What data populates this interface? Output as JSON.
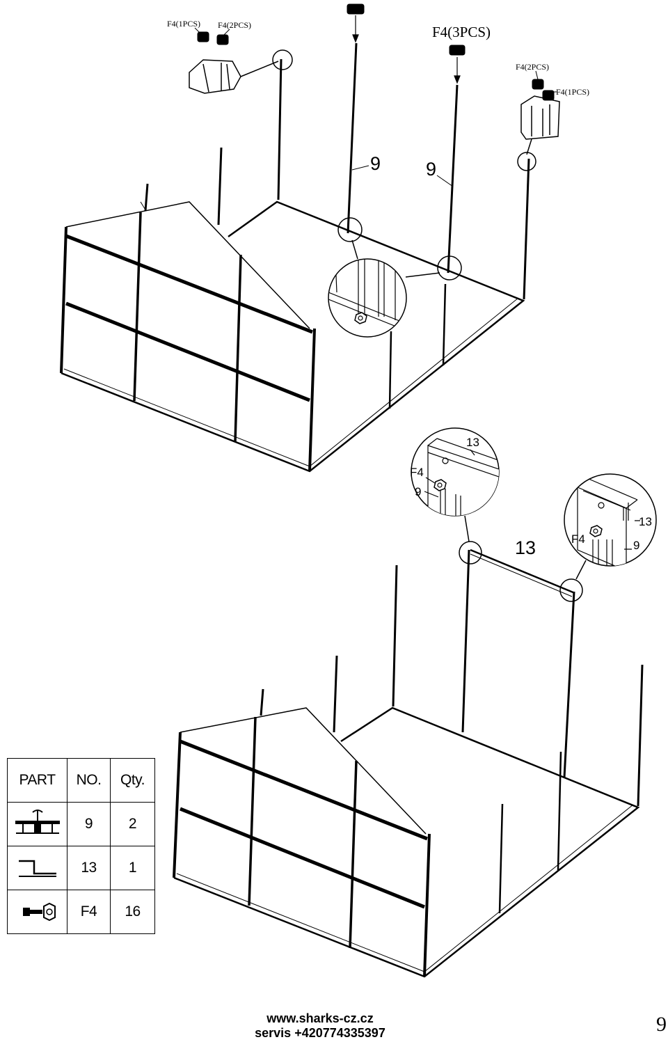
{
  "diagram": {
    "top_step": {
      "labels": {
        "left_bolts_1": "F4(1PCS)",
        "left_bolts_2": "F4(2PCS)",
        "center_bolts": "F4(3PCS)",
        "right_bolts_2": "F4(2PCS)",
        "right_bolts_1": "F4(1PCS)",
        "post_a": "9",
        "post_b": "9"
      }
    },
    "bottom_step": {
      "labels": {
        "beam": "13",
        "left_detail_part": "13",
        "left_detail_bolt": "F4",
        "left_detail_post": "9",
        "right_detail_part": "13",
        "right_detail_bolt": "F4",
        "right_detail_post": "9"
      }
    }
  },
  "parts_table": {
    "headers": [
      "PART",
      "NO.",
      "Qty."
    ],
    "rows": [
      {
        "icon": "h-profile-post-icon",
        "no": "9",
        "qty": "2"
      },
      {
        "icon": "angle-beam-icon",
        "no": "13",
        "qty": "1"
      },
      {
        "icon": "bolt-nut-icon",
        "no": "F4",
        "qty": "16"
      }
    ]
  },
  "footer": {
    "website": "www.sharks-cz.cz",
    "service": "servis +420774335397"
  },
  "page_number": "9"
}
